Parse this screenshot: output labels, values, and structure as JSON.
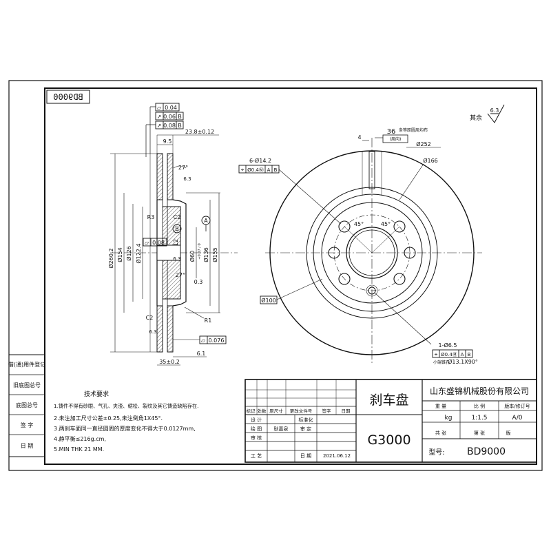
{
  "drawing": {
    "code_mirrored": "BD9000",
    "surface_note": "其余",
    "surface_value": "6.3"
  },
  "section_view": {
    "gtol_1_symbol": "⏥",
    "gtol_1_value": "0.04",
    "gtol_2_symbol": "↗",
    "gtol_2_value": "0.06",
    "gtol_2_ref": "B",
    "gtol_3_symbol": "↗",
    "gtol_3_value": "0.08",
    "gtol_3_ref": "B",
    "gtol_4_symbol": "⏥",
    "gtol_4_value": "0.08",
    "gtol_5_symbol": "⏥",
    "gtol_5_value": "0.076",
    "dim_thickness": "23.8±0.12",
    "dim_95": "9.5",
    "dim_angle_1": "27°",
    "dim_angle_2": "27°",
    "dim_r3": "R3",
    "dim_r1": "R1",
    "dim_c2a": "C2",
    "dim_c2b": "C2",
    "dim_d2602": "Ø260.2",
    "dim_d154": "Ø154",
    "dim_d126": "Ø126",
    "dim_d1224": "Ø122.4",
    "dim_d60": "Ø60",
    "dim_d60_tol": "+0.07 / 0",
    "dim_d136": "Ø136",
    "dim_d155": "Ø155",
    "dim_03": "0.3",
    "dim_12": "12",
    "dim_61": "6.1",
    "dim_35": "35±0.2",
    "datum_a": "A",
    "datum_b": "B",
    "surf_1": "6.3",
    "surf_2": "6.3",
    "surf_3": "6.3"
  },
  "front_view": {
    "holes_label": "6-Ø14.2",
    "holes_pos_symbol": "⌖",
    "holes_pos_value": "Ø0.4Ⓜ",
    "holes_pos_ref1": "A",
    "holes_pos_ref2": "B",
    "vent_count": "36",
    "vent_label": "条等距圆周均布",
    "vent_sub": "(周向)",
    "dim_4": "4",
    "dim_d252": "Ø252",
    "dim_d166": "Ø166",
    "dim_d100": "Ø100",
    "angle_1": "45°",
    "angle_2": "45°",
    "small_hole_label": "1-Ø6.5",
    "small_hole_pos_symbol": "⌖",
    "small_hole_pos_value": "Ø0.4Ⓜ",
    "small_hole_pos_ref1": "A",
    "small_hole_pos_ref2": "B",
    "small_hole_note": "小端锥孔",
    "small_hole_csk": "Ø13.1X90°"
  },
  "side_table": {
    "rows": [
      "借(通)用件登记",
      "旧底图总号",
      "底图总号",
      "签 字",
      "日 期"
    ]
  },
  "tech_req": {
    "title": "技术要求",
    "items": [
      "1.铸件不得有砂眼、气孔、夹渣、缩松、裂纹及其它铸造缺陷存在.",
      "2.未注加工尺寸公差±0.25,未注倒角1X45°.",
      "3.两刹车面同一直径圆周的厚度变化不得大于0.0127mm,",
      "4.静平衡≤216g.cm,",
      "5.MIN THK 21 MM."
    ]
  },
  "title_block": {
    "company": "山东盛锦机械股份有限公司",
    "part_name": "刹车盘",
    "material": "G3000",
    "h_weight": "重 量",
    "h_scale": "比 例",
    "h_version": "版本/修订号",
    "weight": "kg",
    "scale": "1:1.5",
    "version": "A/0",
    "sheets_total": "共 张",
    "sheet_no": "第 张",
    "sheet_edition": "版",
    "part_no_label": "型号:",
    "part_no": "BD9000",
    "rev_h1": "标记",
    "rev_h2": "处数",
    "rev_h3": "原尺寸",
    "rev_h4": "更改文件号",
    "rev_h5": "签字",
    "rev_h6": "日期",
    "l_design": "设 计",
    "l_standard": "标准化",
    "l_drawing": "绘 图",
    "drawer": "耿嘉泉",
    "l_approve": "审 定",
    "l_review": "审 核",
    "l_process": "工 艺",
    "l_date": "日 期",
    "date": "2021.06.12"
  }
}
